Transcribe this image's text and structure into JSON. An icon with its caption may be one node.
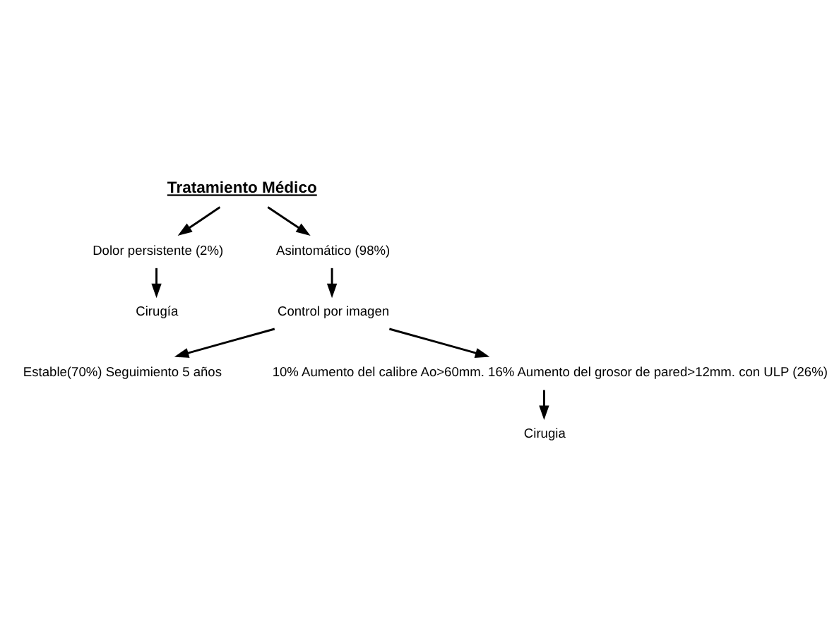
{
  "diagram": {
    "nodes": [
      {
        "text": [
          "Tratamiento Médico"
        ]
      },
      {
        "text": [
          "Dolor persistente (2%)"
        ]
      },
      {
        "text": [
          "Asintomático (98%)"
        ]
      },
      {
        "text": [
          "Cirugía"
        ]
      },
      {
        "text": [
          "Control por imagen"
        ]
      },
      {
        "text": [
          "Estable(70%) Seguimiento 5 años"
        ]
      },
      {
        "text": [
          "10% Aumento del calibre Ao>60mm. 16% Aumento del grosor de pared>12mm. con ULP (26%)"
        ]
      },
      {
        "text": [
          "Cirugia"
        ]
      }
    ],
    "edges": [
      {
        "from": 0,
        "to": 1,
        "arrow": "to"
      },
      {
        "from": 0,
        "to": 2,
        "arrow": "to"
      },
      {
        "from": 1,
        "to": 3,
        "arrow": "to"
      },
      {
        "from": 2,
        "to": 4,
        "arrow": "to"
      },
      {
        "from": 4,
        "to": 6,
        "arrow": "to"
      },
      {
        "from": 4,
        "to": 5,
        "arrow": "to"
      },
      {
        "from": 6,
        "to": 7,
        "arrow": "to"
      }
    ]
  }
}
